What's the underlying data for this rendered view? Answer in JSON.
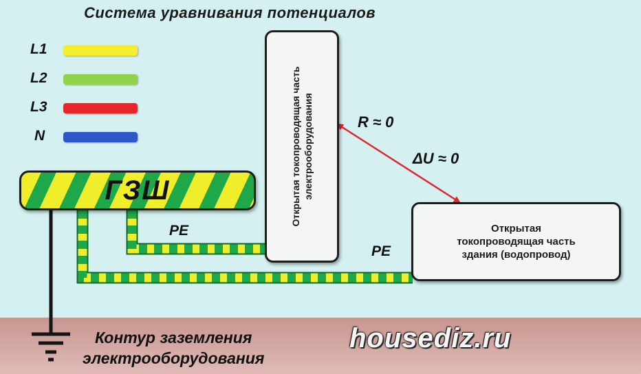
{
  "title": "Система уравнивания потенциалов",
  "legend": [
    {
      "label": "L1",
      "color": "#f4ee2e"
    },
    {
      "label": "L2",
      "color": "#8fd44a"
    },
    {
      "label": "L3",
      "color": "#e8262a"
    },
    {
      "label": "N",
      "color": "#2f56c8"
    }
  ],
  "main_bus": {
    "label": "ГЗШ"
  },
  "equipment_box": {
    "text": "Открытая токопроводящая часть электрооборудования"
  },
  "building_box": {
    "text": "Открытая\nтокопроводящая часть\nздания (водопровод)"
  },
  "pe_labels": [
    "PE",
    "PE"
  ],
  "relations": {
    "resistance": "R ≈ 0",
    "voltage": "ΔU ≈ 0"
  },
  "ground": {
    "label": "Контур заземления\nэлектрооборудования"
  },
  "watermark": "housediz.ru",
  "colors": {
    "background": "#d4f0f0",
    "pe_yellow": "#f0ee2a",
    "pe_green": "#1ea84a",
    "arrow": "#e0262a",
    "ground_band": "#d4aaa4"
  }
}
